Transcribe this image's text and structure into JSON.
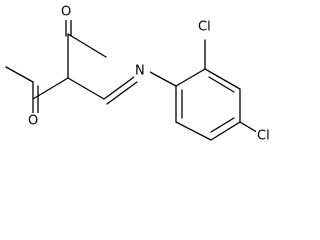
{
  "molecule": {
    "atoms": {
      "o_top": "O",
      "o_left": "O",
      "n_imine": "N",
      "cl_ortho": "Cl",
      "cl_para": "Cl"
    }
  }
}
